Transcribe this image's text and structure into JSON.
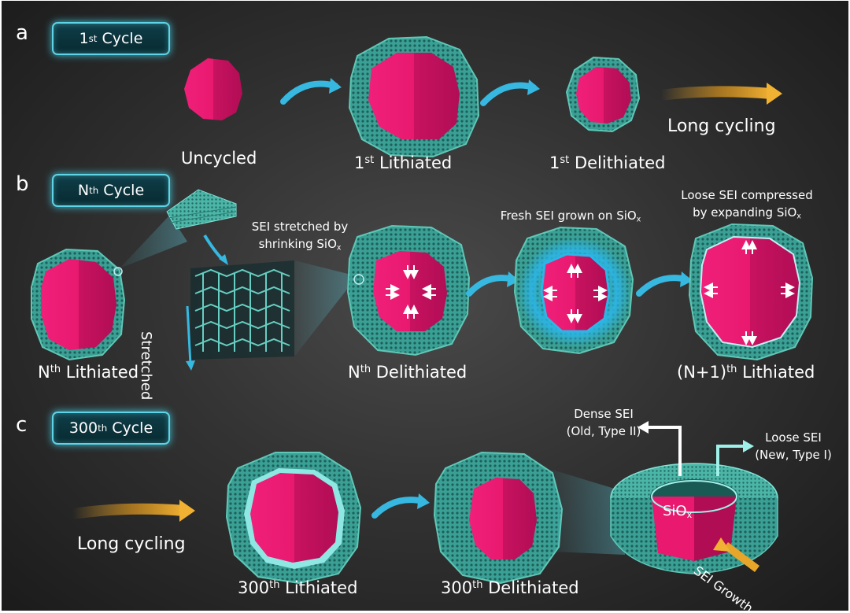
{
  "panel_a": {
    "letter": "a",
    "cycle_ordinal": "1",
    "cycle_sup": "st",
    "cycle_word": "Cycle",
    "uncycled": "Uncycled",
    "lith_ordinal": "1",
    "lith_sup": "st",
    "lith_word": "Lithiated",
    "delith_ordinal": "1",
    "delith_sup": "st",
    "delith_word": "Delithiated",
    "long_cycling": "Long cycling"
  },
  "panel_b": {
    "letter": "b",
    "cycle_ordinal": "N",
    "cycle_sup": "th",
    "cycle_word": "Cycle",
    "lith_ordinal": "N",
    "lith_sup": "th",
    "lith_word": "Lithiated",
    "delith_ordinal": "N",
    "delith_sup": "th",
    "delith_word": "Delithiated",
    "next_ordinal": "(N+1)",
    "next_sup": "th",
    "next_word": "Lithiated",
    "stretched": "Stretched",
    "sei_stretched_line1": "SEI stretched by",
    "sei_stretched_line2": "shrinking SiO",
    "sei_stretched_sub": "x",
    "fresh_sei": "Fresh SEI grown on SiO",
    "fresh_sei_sub": "x",
    "loose_line1": "Loose SEI compressed",
    "loose_line2": "by expanding SiO",
    "loose_sub": "x"
  },
  "panel_c": {
    "letter": "c",
    "cycle_ordinal": "300",
    "cycle_sup": "th",
    "cycle_word": "Cycle",
    "long_cycling": "Long cycling",
    "lith_ordinal": "300",
    "lith_sup": "th",
    "lith_word": "Lithiated",
    "delith_ordinal": "300",
    "delith_sup": "th",
    "delith_word": "Delithiated",
    "dense_line1": "Dense SEI",
    "dense_line2": "(Old, Type II)",
    "loose_line1": "Loose SEI",
    "loose_line2": "(New, Type I)",
    "core_label": "SiO",
    "core_sub": "x",
    "growth": "SEI Growth"
  },
  "colors": {
    "core": "#e8196f",
    "core_shade": "#b80f55",
    "shell": "#3fa79a",
    "shell_dark": "#1f6d66",
    "fresh_sei": "#2bb6e8",
    "arrow_blue": "#36b8e0",
    "arrow_gold": "#e7a52a",
    "box_border": "#5fd4e6"
  }
}
